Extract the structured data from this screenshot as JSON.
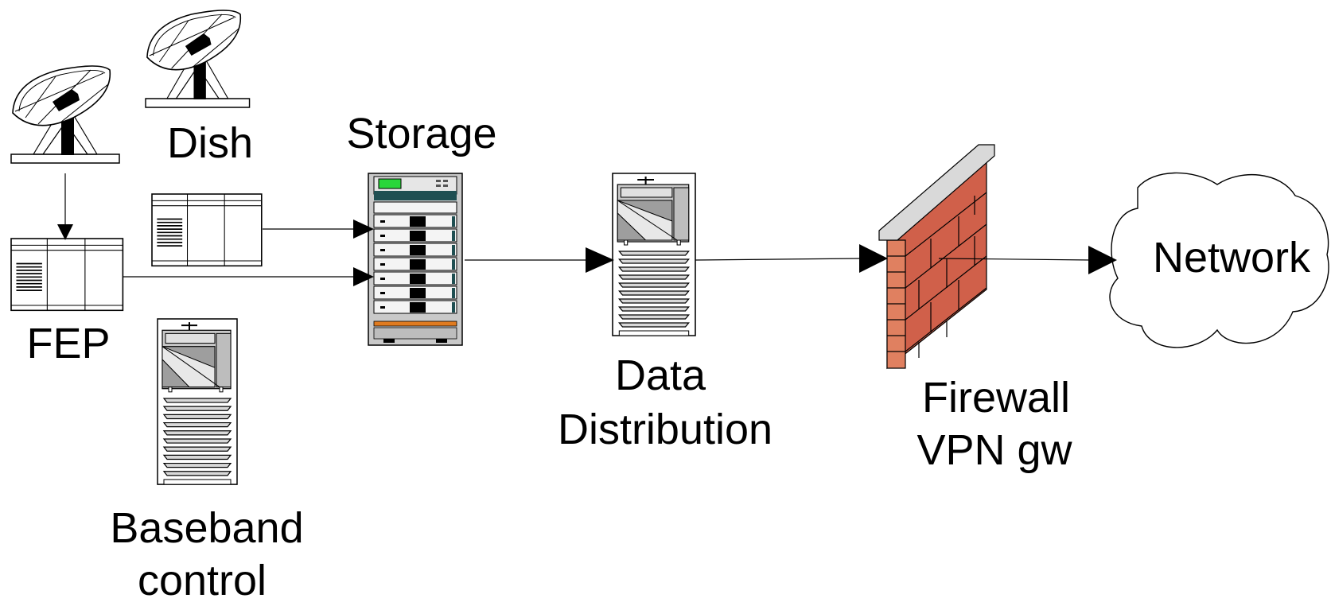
{
  "labels": {
    "dish": "Dish",
    "fep": "FEP",
    "storage": "Storage",
    "baseband_line1": "Baseband",
    "baseband_line2": "control",
    "data_line1": "Data",
    "data_line2": "Distribution",
    "firewall_line1": "Firewall",
    "firewall_line2": "VPN gw",
    "network": "Network"
  },
  "icons": {
    "dish": "satellite-dish-icon",
    "fep": "front-end-processor-icon",
    "storage": "storage-rack-icon",
    "server": "tower-server-icon",
    "firewall": "brick-wall-icon",
    "network": "cloud-icon"
  },
  "colors": {
    "brick": "#d0604a",
    "brick_dark": "#b8503c",
    "wall_top": "#d9d9d9",
    "rack_teal": "#1f4f52",
    "rack_orange": "#e07b20",
    "rack_green": "#29d63a",
    "line": "#000000"
  }
}
